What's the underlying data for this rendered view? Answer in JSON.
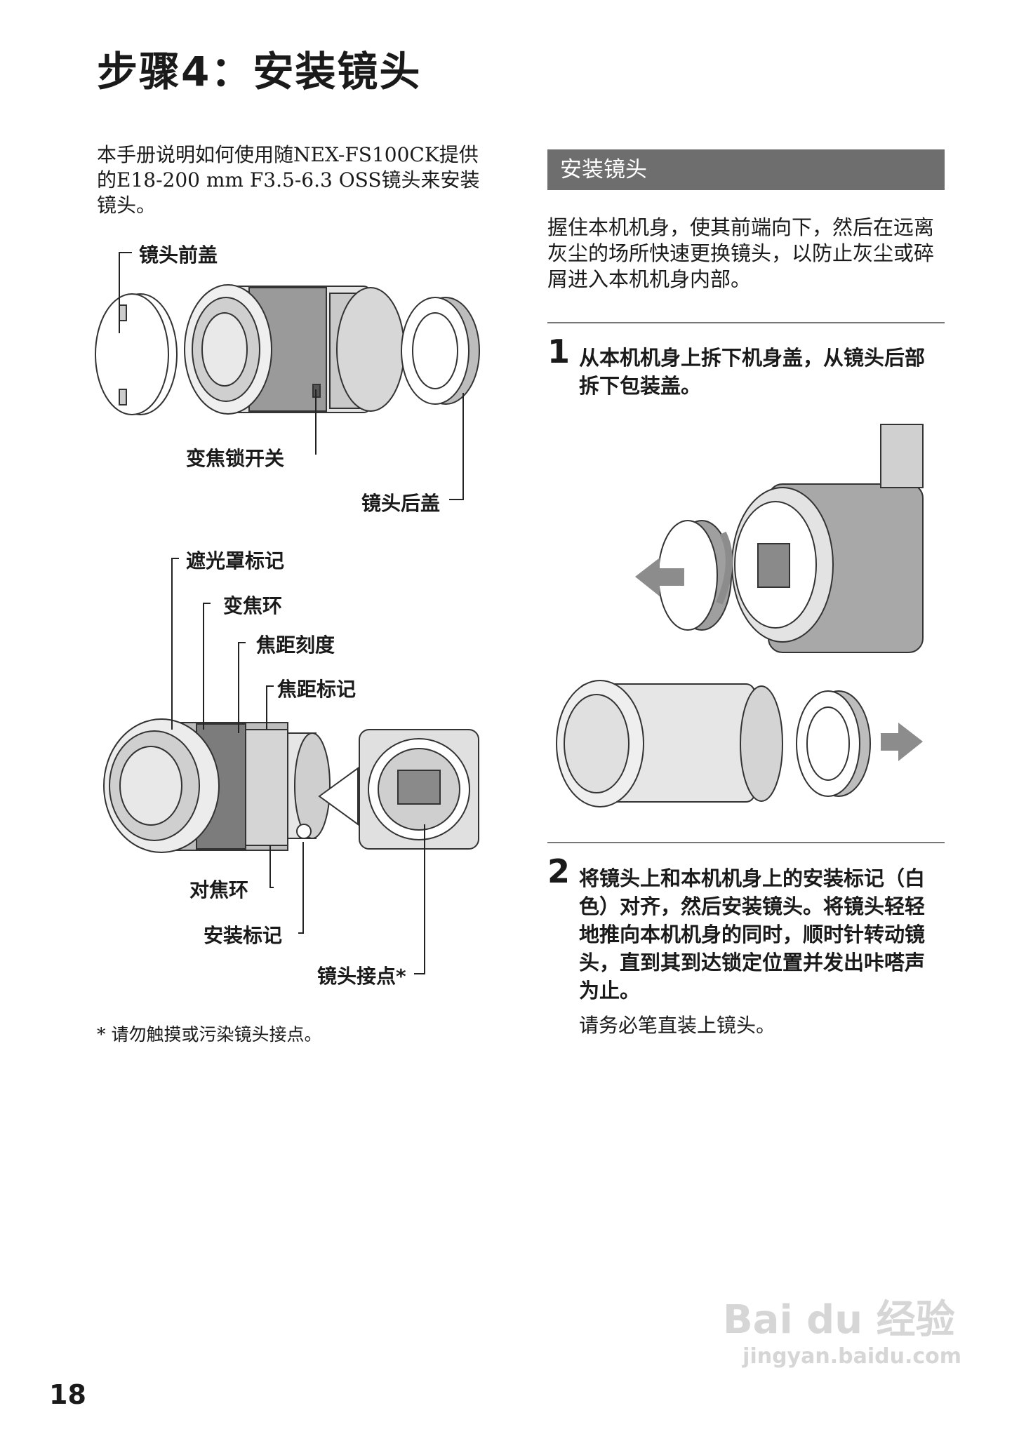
{
  "page_title": "步骤4：安装镜头",
  "intro_text": "本手册说明如何使用随NEX-FS100CK提供的E18-200 mm F3.5-6.3 OSS镜头来安装镜头。",
  "diagram1": {
    "labels": {
      "front_cap": "镜头前盖",
      "zoom_lock": "变焦锁开关",
      "rear_cap": "镜头后盖"
    }
  },
  "diagram2": {
    "labels": {
      "hood_index": "遮光罩标记",
      "zoom_ring": "变焦环",
      "focal_scale": "焦距刻度",
      "focal_index": "焦距标记",
      "focus_ring": "对焦环",
      "mount_index": "安装标记",
      "contacts": "镜头接点*"
    }
  },
  "footnote": "* 请勿触摸或污染镜头接点。",
  "section": {
    "title": "安装镜头",
    "body": "握住本机机身，使其前端向下，然后在远离灰尘的场所快速更换镜头，以防止灰尘或碎屑进入本机机身内部。",
    "steps": [
      {
        "num": "1",
        "text": "从本机机身上拆下机身盖，从镜头后部拆下包装盖。"
      },
      {
        "num": "2",
        "text": "将镜头上和本机机身上的安装标记（白色）对齐，然后安装镜头。将镜头轻轻地推向本机机身的同时，顺时针转动镜头，直到其到达锁定位置并发出咔嗒声为止。"
      }
    ],
    "step2_note": "请务必笔直装上镜头。"
  },
  "page_number": "18",
  "watermark": {
    "brand": "Bai du 经验",
    "url": "jingyan.baidu.com"
  }
}
